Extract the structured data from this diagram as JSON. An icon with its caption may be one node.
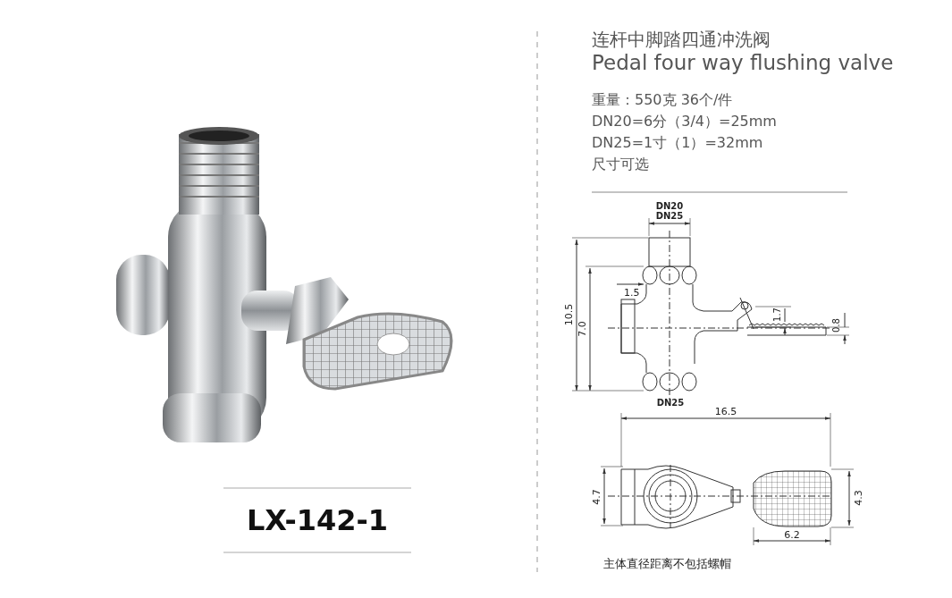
{
  "diagram": {
    "title": "连杆中脚踏四通冲洗阀",
    "labels": [
      "Pedal four way flushing valve",
      "重量：550克  36个/件",
      "DN20=6分（3/4）=25mm",
      "DN25=1寸（1）=32mm",
      "尺寸可选",
      "DN20",
      "DN25",
      "10.5",
      "7.0",
      "1.5",
      "1.7",
      "0.8",
      "DN25",
      "16.5",
      "4.7",
      "4.3",
      "6.2",
      "主体直径距离不包括螺帽",
      "LX-142-1"
    ]
  }
}
